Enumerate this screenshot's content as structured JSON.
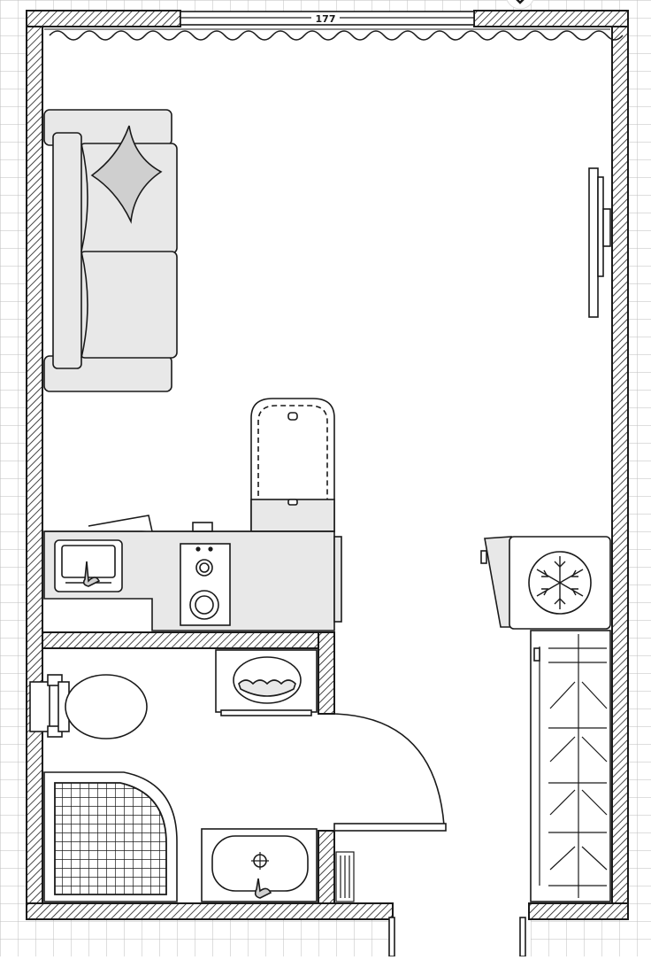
{
  "plan": {
    "window_dimension_label": "177"
  },
  "colors": {
    "line": "#1a1a1a",
    "furniture_fill": "#e8e8e8",
    "furniture_dark_fill": "#cfcfcf",
    "floor": "#ffffff",
    "grid": "#bdbdbd"
  },
  "rooms": [
    {
      "name": "living-room"
    },
    {
      "name": "kitchenette"
    },
    {
      "name": "bathroom"
    },
    {
      "name": "hallway"
    }
  ],
  "fixtures": [
    {
      "name": "sofa",
      "icon": "sofa-icon"
    },
    {
      "name": "cushion",
      "icon": "cushion-icon"
    },
    {
      "name": "wall-tv",
      "icon": "tv-icon"
    },
    {
      "name": "kitchen-sink",
      "icon": "sink-icon"
    },
    {
      "name": "hob",
      "icon": "stove-icon"
    },
    {
      "name": "chair",
      "icon": "chair-icon"
    },
    {
      "name": "fridge",
      "icon": "snowflake-icon"
    },
    {
      "name": "wardrobe",
      "icon": "wardrobe-icon"
    },
    {
      "name": "toilet",
      "icon": "toilet-icon"
    },
    {
      "name": "washing-machine",
      "icon": "washing-machine-icon"
    },
    {
      "name": "shower",
      "icon": "shower-icon"
    },
    {
      "name": "wash-basin",
      "icon": "basin-icon"
    },
    {
      "name": "bathroom-door",
      "icon": "door-swing-icon"
    }
  ]
}
